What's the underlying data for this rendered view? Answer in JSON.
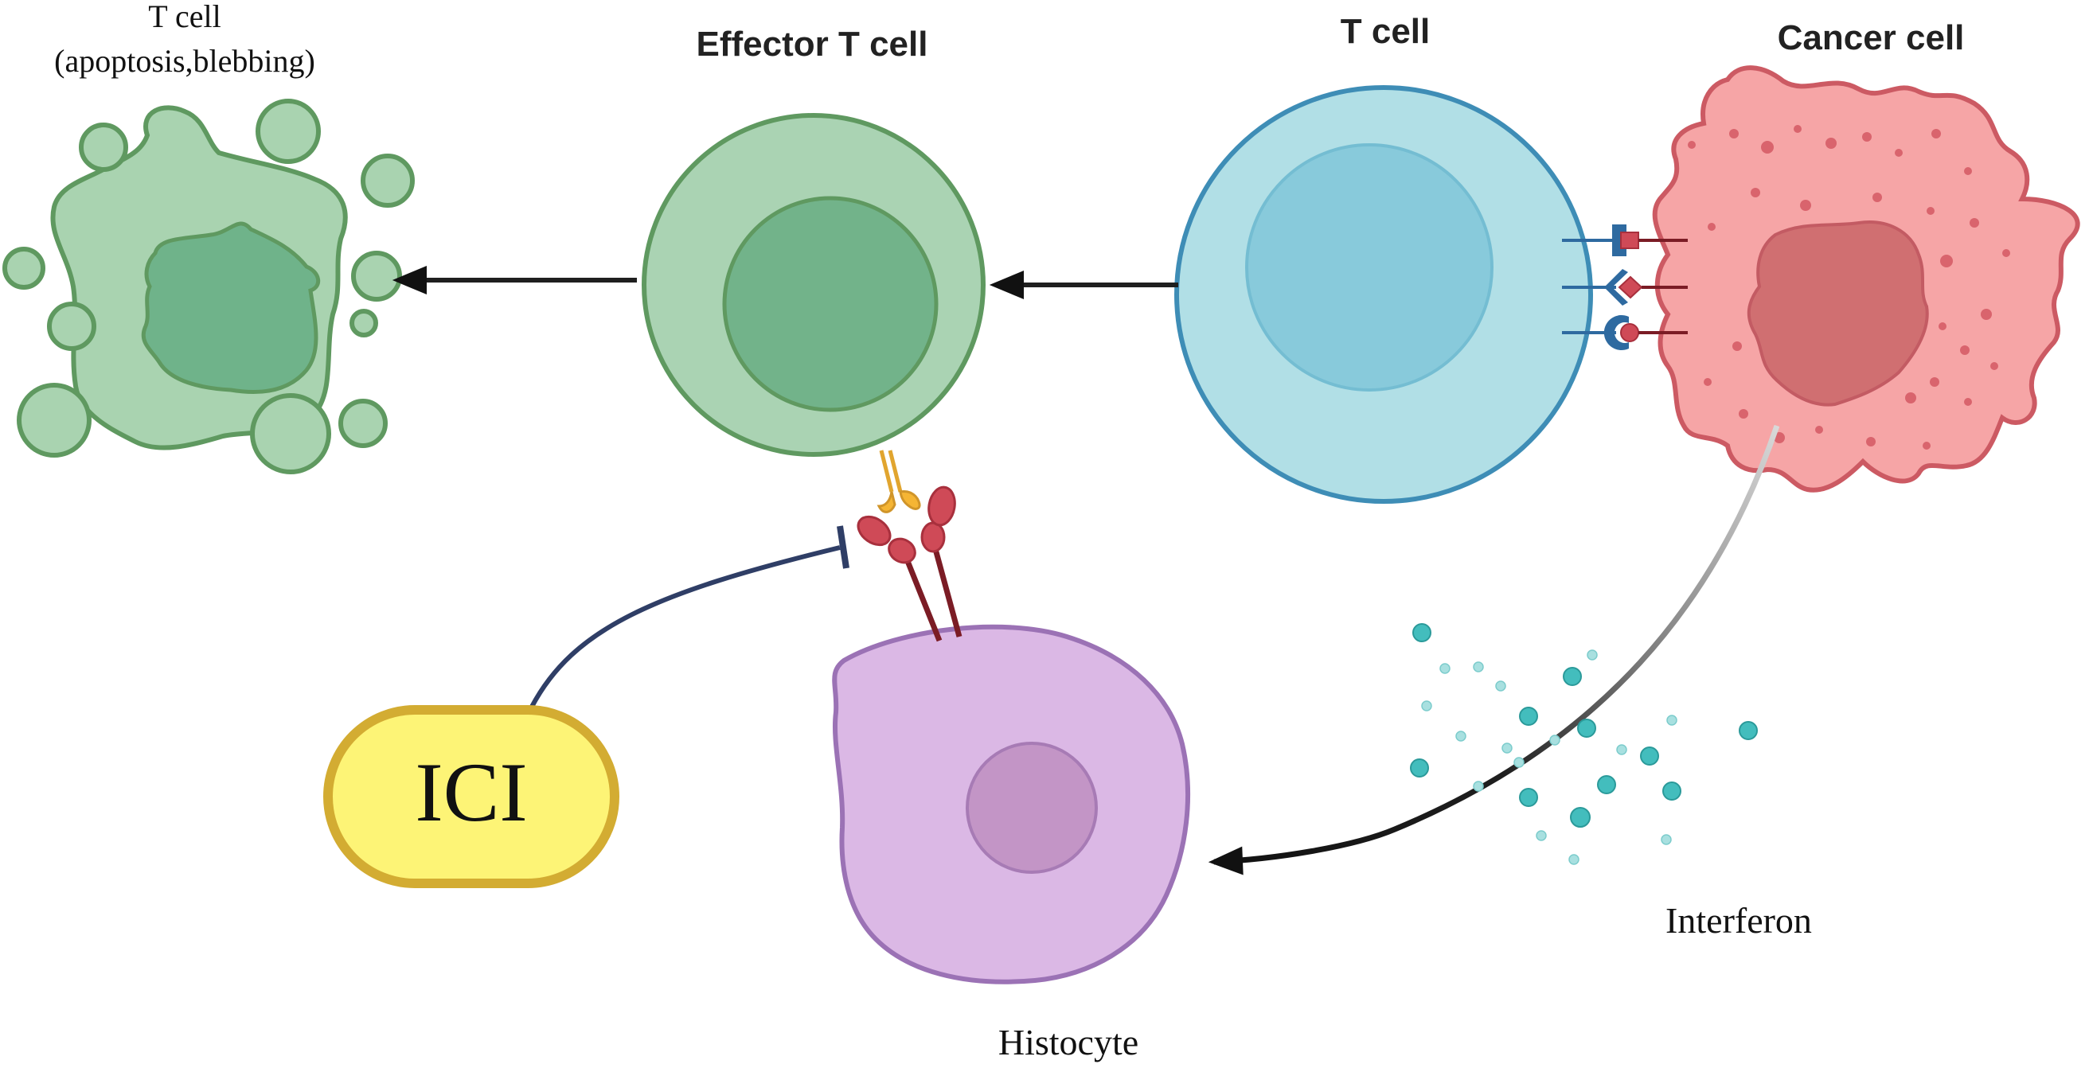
{
  "labels": {
    "apoptotic_t_cell_line1": "T cell",
    "apoptotic_t_cell_line2": "(apoptosis,blebbing)",
    "effector_t_cell": "Effector T cell",
    "t_cell": "T cell",
    "cancer_cell": "Cancer cell",
    "ici": "ICI",
    "histocyte": "Histocyte",
    "interferon": "Interferon"
  },
  "colors": {
    "apoptotic_fill": "#a9d3b0",
    "apoptotic_nucleus": "#6fb38a",
    "apoptotic_stroke": "#5f9960",
    "effector_fill": "#aad3b3",
    "effector_nucleus": "#72b38a",
    "effector_stroke": "#5f9960",
    "t_cell_fill": "#b1dfe6",
    "t_cell_nucleus": "#88cadb",
    "t_cell_stroke": "#3e8db6",
    "cancer_fill": "#f6a5a6",
    "cancer_nucleus": "#d06f71",
    "cancer_stroke": "#cc5a63",
    "histocyte_fill": "#dbb8e5",
    "histocyte_nucleus": "#c395c6",
    "histocyte_stroke": "#9b72b5",
    "ici_fill": "#fdf476",
    "ici_stroke": "#d3ac32",
    "interferon": "#43bdbd",
    "inhibition_line": "#2f3e66",
    "arrow": "#1f1f1f"
  }
}
